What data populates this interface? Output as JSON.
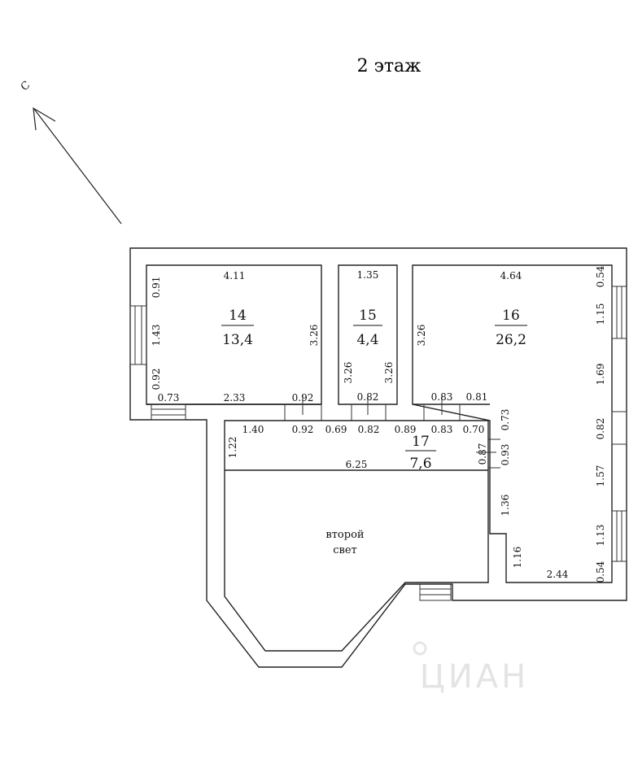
{
  "floor_title": "2 этаж",
  "compass": {
    "label": "С",
    "icon": "north-arrow-icon"
  },
  "rooms": [
    {
      "number": "14",
      "area": "13,4"
    },
    {
      "number": "15",
      "area": "4,4"
    },
    {
      "number": "16",
      "area": "26,2"
    },
    {
      "number": "17",
      "area": "7,6"
    }
  ],
  "open_space_label": {
    "line1": "второй",
    "line2": "свет"
  },
  "dimensions": {
    "r14_top": "4.11",
    "r14_left_a": "0.91",
    "r14_left_b": "1.43",
    "r14_left_c": "0.92",
    "r14_right": "3.26",
    "r14_bottom_a": "0.73",
    "r14_bottom_b": "2.33",
    "r14_bottom_c": "0.92",
    "r15_top": "1.35",
    "r15_left": "3.26",
    "r15_right": "3.26",
    "r15_bottom": "0.82",
    "r16_top": "4.64",
    "r16_left": "3.26",
    "r16_right_a": "0.54",
    "r16_right_b": "1.15",
    "r16_right_c": "1.69",
    "r16_right_d": "0.82",
    "r16_right_e": "1.57",
    "r16_right_f": "1.13",
    "r16_right_g": "0.54",
    "r16_bottom": "2.44",
    "r16_bottom_a": "0.83",
    "r16_bottom_b": "0.81",
    "r16_inner_a": "0.73",
    "r16_inner_b": "0.93",
    "r16_inner_c": "1.36",
    "r16_inner_d": "1.16",
    "r17_a": "1.40",
    "r17_b": "0.92",
    "r17_c": "0.69",
    "r17_d": "0.82",
    "r17_e": "0.89",
    "r17_f": "0.83",
    "r17_g": "0.70",
    "r17_left": "1.22",
    "r17_bottom": "6.25",
    "r17_right": "0.87"
  },
  "watermark": "ЦИАН"
}
